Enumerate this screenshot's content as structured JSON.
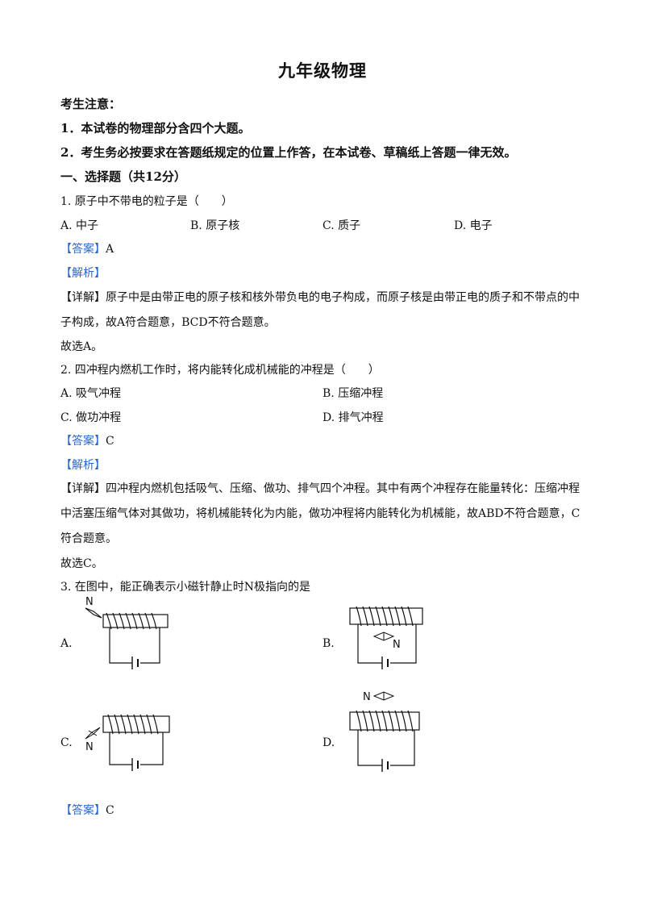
{
  "title": "九年级物理",
  "notice": {
    "heading": "考生注意：",
    "items": [
      "1．本试卷的物理部分含四个大题。",
      "2．考生务必按要求在答题纸规定的位置上作答，在本试卷、草稿纸上答题一律无效。"
    ]
  },
  "section1": {
    "heading": "一、选择题（共12分）"
  },
  "labels": {
    "answer_tag": "【答案】",
    "analysis_tag": "【解析】",
    "detail_tag": "【详解】"
  },
  "q1": {
    "stem": "1. 原子中不带电的粒子是（　　）",
    "options": [
      "A. 中子",
      "B. 原子核",
      "C. 质子",
      "D. 电子"
    ],
    "answer": "A",
    "detail": "原子中是由带正电的原子核和核外带负电的电子构成，而原子核是由带正电的质子和不带点的中子构成，故A符合题意，BCD不符合题意。",
    "conclusion": "故选A。"
  },
  "q2": {
    "stem": "2. 四冲程内燃机工作时，将内能转化成机械能的冲程是（　　）",
    "options": [
      "A. 吸气冲程",
      "B. 压缩冲程",
      "C. 做功冲程",
      "D. 排气冲程"
    ],
    "answer": "C",
    "detail": "四冲程内燃机包括吸气、压缩、做功、排气四个冲程。其中有两个冲程存在能量转化：压缩冲程中活塞压缩气体对其做功，将机械能转化为内能，做功冲程将内能转化为机械能，故ABD不符合题意，C符合题意。",
    "conclusion": "故选C。"
  },
  "q3": {
    "stem": "3. 在图中，能正确表示小磁针静止时N极指向的是",
    "option_labels": [
      "A.",
      "B.",
      "C.",
      "D."
    ],
    "pole_label": "N",
    "answer": "C"
  }
}
